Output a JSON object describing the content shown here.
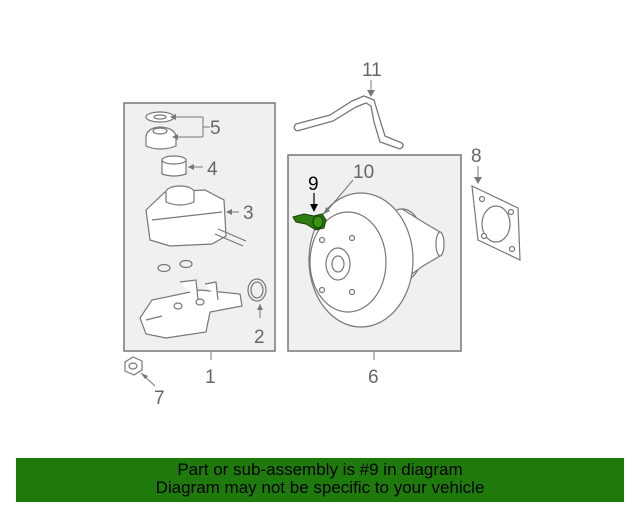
{
  "colors": {
    "banner_background": "#1f7a0c",
    "highlight_part": "#2e7d10",
    "panel_background": "#f0f0f0",
    "line_art": "#777777"
  },
  "callouts": {
    "c1": "1",
    "c2": "2",
    "c3": "3",
    "c4": "4",
    "c5": "5",
    "c6": "6",
    "c7": "7",
    "c8": "8",
    "c9": "9",
    "c10": "10",
    "c11": "11"
  },
  "highlighted_part": "9",
  "banner": {
    "line1": "Part or sub-assembly is #9 in diagram",
    "line2": "Diagram may not be specific to your vehicle"
  }
}
